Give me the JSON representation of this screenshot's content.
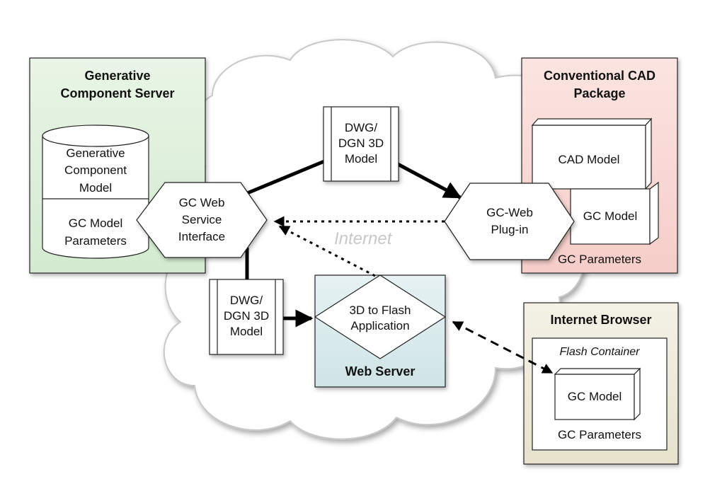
{
  "diagram": {
    "internet_label": "Internet",
    "gc_server": {
      "title_line1": "Generative",
      "title_line2": "Component Server",
      "db_line1": "Generative",
      "db_line2": "Component",
      "db_line3": "Model",
      "params_line1": "GC Model",
      "params_line2": "Parameters"
    },
    "gc_web_service": {
      "line1": "GC Web",
      "line2": "Service",
      "line3": "Interface"
    },
    "model_top": {
      "line1": "DWG/",
      "line2": "DGN 3D",
      "line3": "Model"
    },
    "model_bottom": {
      "line1": "DWG/",
      "line2": "DGN 3D",
      "line3": "Model"
    },
    "cad_package": {
      "title_line1": "Conventional CAD",
      "title_line2": "Package",
      "cad_model": "CAD Model",
      "gc_model": "GC Model",
      "gc_parameters": "GC Parameters"
    },
    "gc_plugin": {
      "line1": "GC-Web",
      "line2": "Plug-in"
    },
    "web_server": {
      "app_line1": "3D to Flash",
      "app_line2": "Application",
      "title": "Web Server"
    },
    "browser": {
      "title": "Internet Browser",
      "flash_container": "Flash Container",
      "gc_model": "GC Model",
      "gc_parameters": "GC Parameters"
    },
    "colors": {
      "gc_server_fill": "#dcefd9",
      "cad_fill": "#f9d8d4",
      "web_server_fill": "#d9ebec",
      "browser_fill": "#efecdc"
    }
  }
}
